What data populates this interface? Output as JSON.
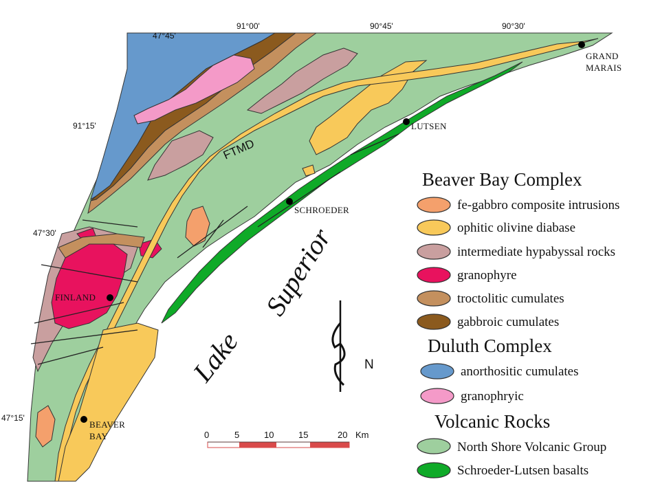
{
  "colors": {
    "fe_gabbro": "#f4a06c",
    "ophitic": "#f8c95a",
    "intermediate": "#c99f9f",
    "granophyre": "#e8125e",
    "troctolitic": "#c4905e",
    "gabbroic": "#8b5a1e",
    "anorthositic": "#6699cc",
    "granophyric": "#f49ac8",
    "north_shore": "#9ecf9e",
    "schroeder_lutsen": "#0faa28",
    "outline": "#333333",
    "scale_red": "#d94a4a"
  },
  "coords": {
    "lat_4745": "47°45'",
    "lat_4730": "47°30'",
    "lat_4715": "47°15'",
    "lon_9100": "91°00'",
    "lon_9045": "90°45'",
    "lon_9030": "90°30'",
    "lon_9115": "91°15'"
  },
  "towns": {
    "grand_marais_1": "GRAND",
    "grand_marais_2": "MARAIS",
    "lutsen": "LUTSEN",
    "schroeder": "SCHROEDER",
    "finland": "FINLAND",
    "beaver_bay_1": "BEAVER",
    "beaver_bay_2": "BAY"
  },
  "labels": {
    "ftmd": "FTMD",
    "lake_word1": "Lake",
    "lake_word2": "Superior",
    "north": "N"
  },
  "scale_bar": {
    "ticks": [
      "0",
      "5",
      "10",
      "15",
      "20"
    ],
    "unit": "Km"
  },
  "legend": {
    "groups": [
      {
        "title": "Beaver Bay Complex",
        "items": [
          {
            "label": "fe-gabbro composite intrusions",
            "color": "#f4a06c"
          },
          {
            "label": "ophitic olivine diabase",
            "color": "#f8c95a"
          },
          {
            "label": "intermediate hypabyssal rocks",
            "color": "#c99f9f"
          },
          {
            "label": "granophyre",
            "color": "#e8125e"
          },
          {
            "label": "troctolitic cumulates",
            "color": "#c4905e"
          },
          {
            "label": "gabbroic cumulates",
            "color": "#8b5a1e"
          }
        ]
      },
      {
        "title": "Duluth Complex",
        "items": [
          {
            "label": "anorthositic  cumulates",
            "color": "#6699cc"
          },
          {
            "label": "granophryic",
            "color": "#f49ac8"
          }
        ]
      },
      {
        "title": "Volcanic Rocks",
        "items": [
          {
            "label": "North Shore Volcanic Group",
            "color": "#9ecf9e"
          },
          {
            "label": "Schroeder-Lutsen  basalts",
            "color": "#0faa28"
          }
        ]
      }
    ]
  }
}
